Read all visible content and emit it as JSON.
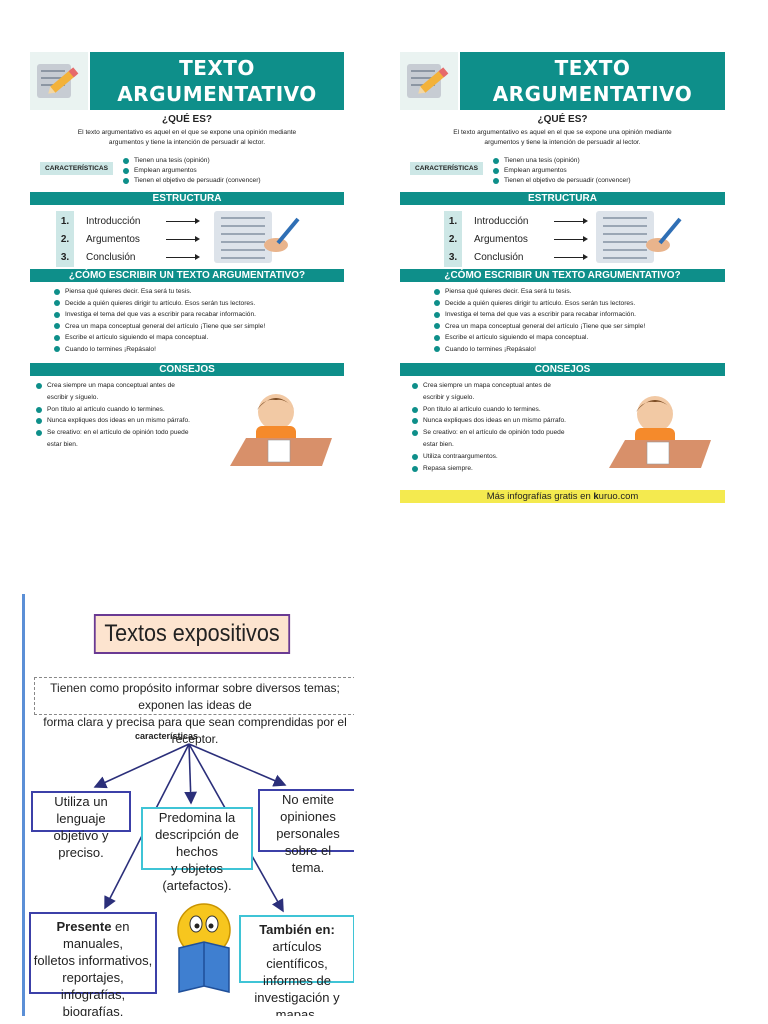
{
  "infographic": {
    "title_line1": "TEXTO",
    "title_line2": "ARGUMENTATIVO",
    "que_es_heading": "¿QUÉ ES?",
    "definition_line1": "El texto argumentativo es aquel en el que se expone una opinión mediante",
    "definition_line2": "argumentos y tiene la intención de persuadir al lector.",
    "caracteristicas_label": "CARACTERÍSTICAS",
    "caracteristicas": [
      "Tienen una tesis (opinión)",
      "Emplean argumentos",
      "Tienen el objetivo de persuadir (convencer)"
    ],
    "estructura_heading": "ESTRUCTURA",
    "estructura": [
      {
        "num": "1.",
        "label": "Introducción"
      },
      {
        "num": "2.",
        "label": "Argumentos"
      },
      {
        "num": "3.",
        "label": "Conclusión"
      }
    ],
    "como_heading": "¿CÓMO ESCRIBIR UN TEXTO ARGUMENTATIVO?",
    "pasos": [
      "Piensa qué quieres decir. Esa será tu tesis.",
      "Decide a quién quieres dirigir tu artículo. Esos serán tus lectores.",
      "Investiga el tema del que vas a escribir para recabar información.",
      "Crea un mapa conceptual general del artículo ¡Tiene que ser simple!",
      "Escribe el artículo siguiendo el mapa conceptual.",
      "Cuando lo termines ¡Repásalo!"
    ],
    "consejos_heading": "CONSEJOS",
    "consejos": [
      "Crea siempre un mapa conceptual antes de",
      "escribir y síguelo.",
      "Pon título al artículo cuando lo termines.",
      "Nunca expliques dos ideas en un mismo párrafo.",
      "Se creativo: en el artículo de opinión todo puede",
      "estar bien."
    ],
    "consejos_extra": [
      "Utiliza contraargumentos.",
      "Repasa siempre."
    ],
    "footer": "Más infografías gratis en",
    "footer_brand": "k",
    "footer_brand_rest": "uruo.com"
  },
  "expositivos": {
    "title": "Textos expositivos",
    "description_line1": "Tienen como propósito informar sobre diversos temas; exponen las ideas de",
    "description_line2": "forma clara y precisa para que sean comprendidas por el receptor.",
    "caracteristicas_label": "características",
    "box1": [
      "Utiliza un lenguaje",
      "objetivo y preciso."
    ],
    "box2": [
      "Predomina la",
      "descripción de hechos",
      "y objetos (artefactos)."
    ],
    "box3": [
      "No emite opiniones",
      "personales sobre el",
      "tema."
    ],
    "box4_bold": "Presente",
    "box4": [
      " en manuales,",
      "folletos informativos,",
      "reportajes, infografías,",
      "biografías."
    ],
    "box5_bold": "También en:",
    "box5": [
      " artículos",
      "científicos, informes de",
      "investigación y mapas."
    ]
  },
  "colors": {
    "teal": "#0e8f8a",
    "light_teal": "#cde7e6",
    "yellow": "#f4ea4f",
    "purple": "#6a3a93",
    "blue": "#3c40a8",
    "cyan": "#3fc4d6"
  }
}
